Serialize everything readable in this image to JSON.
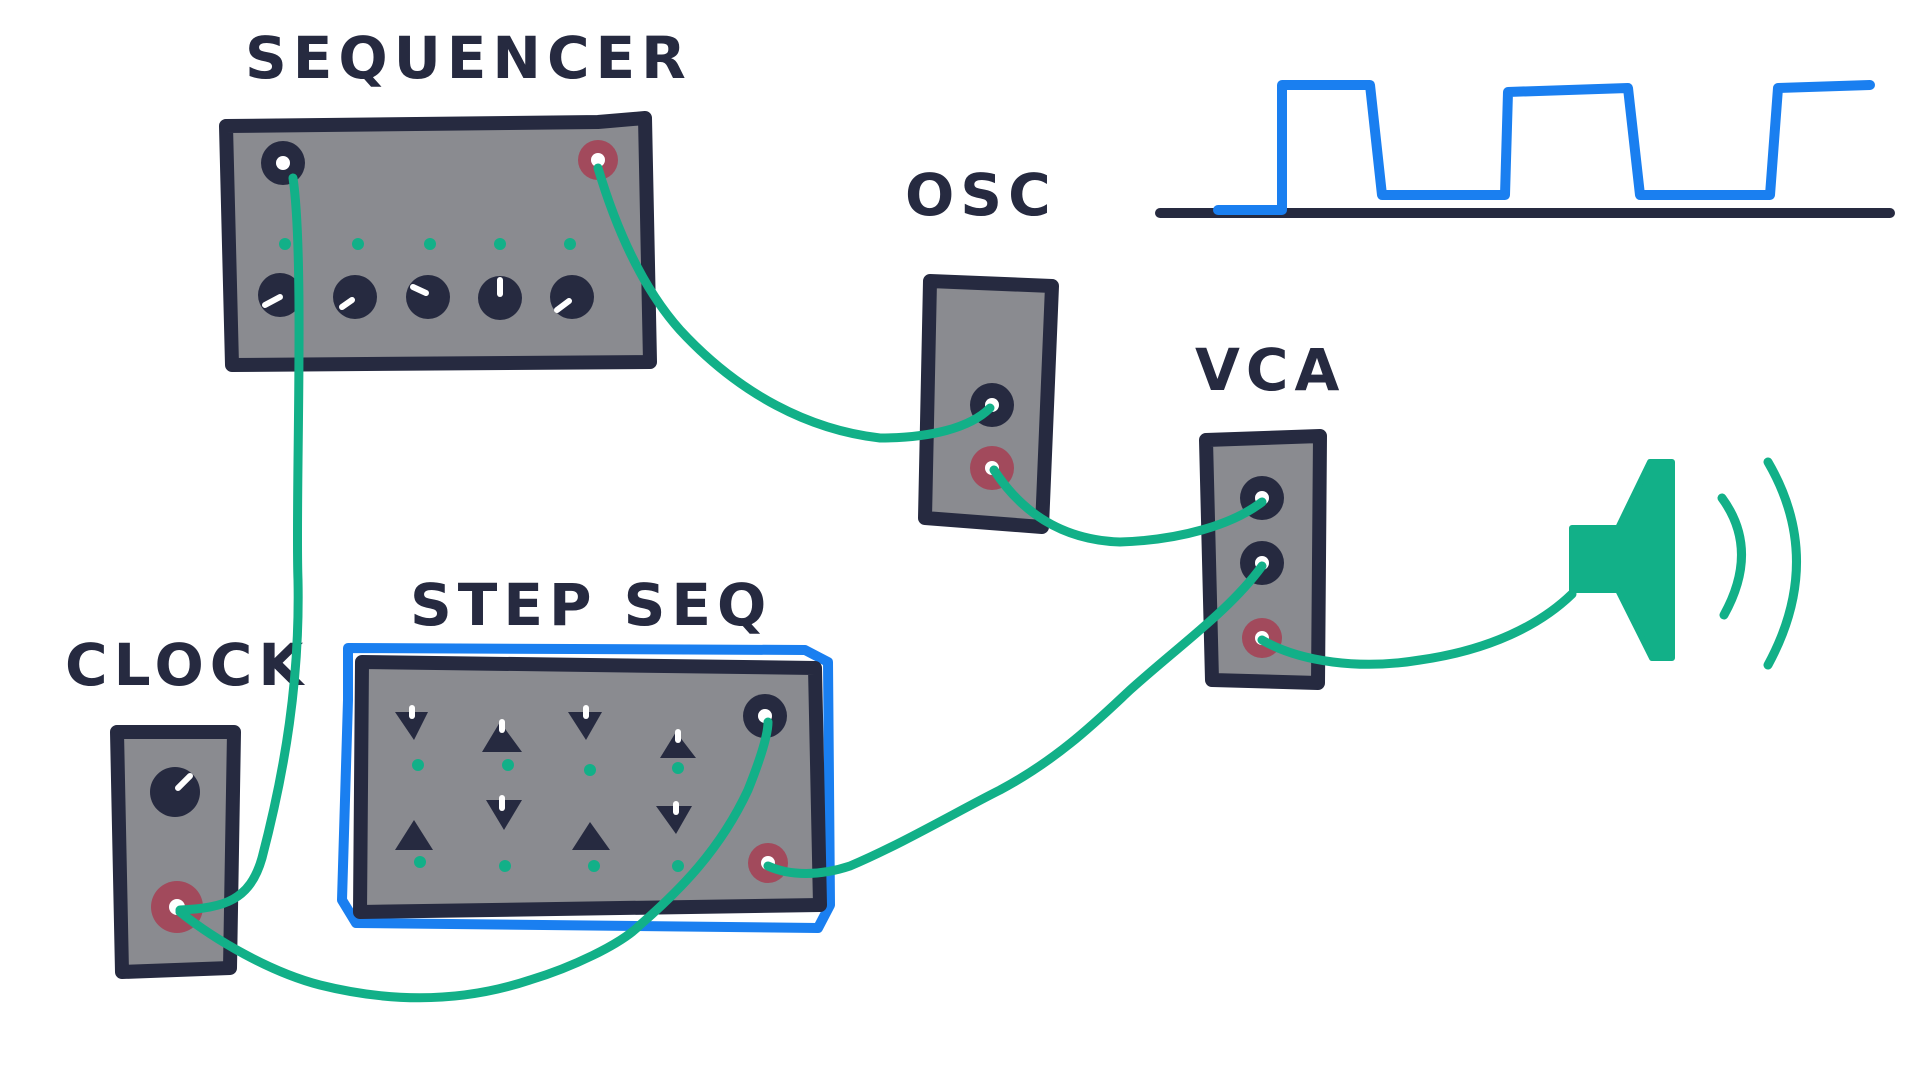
{
  "labels": {
    "sequencer": "SEQUENCER",
    "osc": "OSC",
    "vca": "VCA",
    "clock": "CLOCK",
    "step_seq": "STEP SEQ"
  },
  "colors": {
    "ink": "#262a40",
    "panel": "#8a8b90",
    "cable": "#12b088",
    "selection": "#1a7ff0",
    "output_jack": "#a24a5c"
  },
  "icons": [
    "speaker-icon",
    "square-wave-icon"
  ],
  "step_seq_selected": true
}
